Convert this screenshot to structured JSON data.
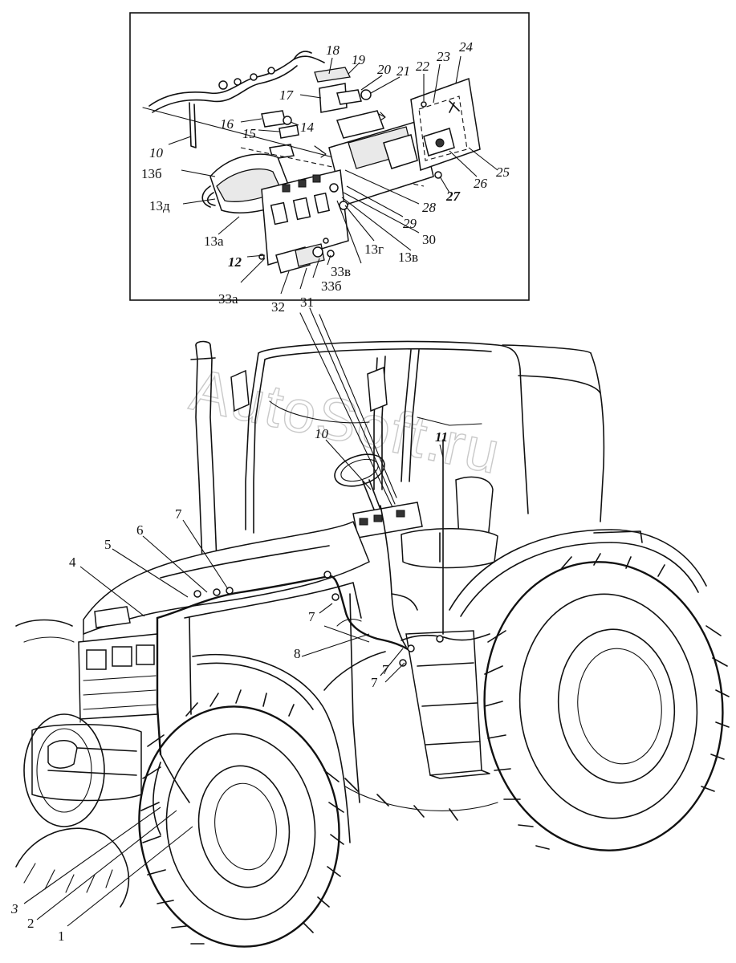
{
  "watermark": "AutoSoft.ru",
  "labels": {
    "l1": "1",
    "l2": "2",
    "l3": "3",
    "l4": "4",
    "l5": "5",
    "l6": "6",
    "l7a": "7",
    "l7b": "7",
    "l7c": "7",
    "l7d": "7",
    "l8": "8",
    "l10": "10",
    "l11": "11",
    "d10": "10",
    "d12": "12",
    "d13a": "13а",
    "d13b": "13б",
    "d13v": "13в",
    "d13g": "13г",
    "d13d": "13д",
    "d14": "14",
    "d15": "15",
    "d16": "16",
    "d17": "17",
    "d18": "18",
    "d19": "19",
    "d20": "20",
    "d21": "21",
    "d22": "22",
    "d23": "23",
    "d24": "24",
    "d25": "25",
    "d26": "26",
    "d27": "27",
    "d28": "28",
    "d29": "29",
    "d30": "30",
    "d31": "31",
    "d32": "32",
    "d33a": "33а",
    "d33b": "33б",
    "d33v": "33в"
  }
}
